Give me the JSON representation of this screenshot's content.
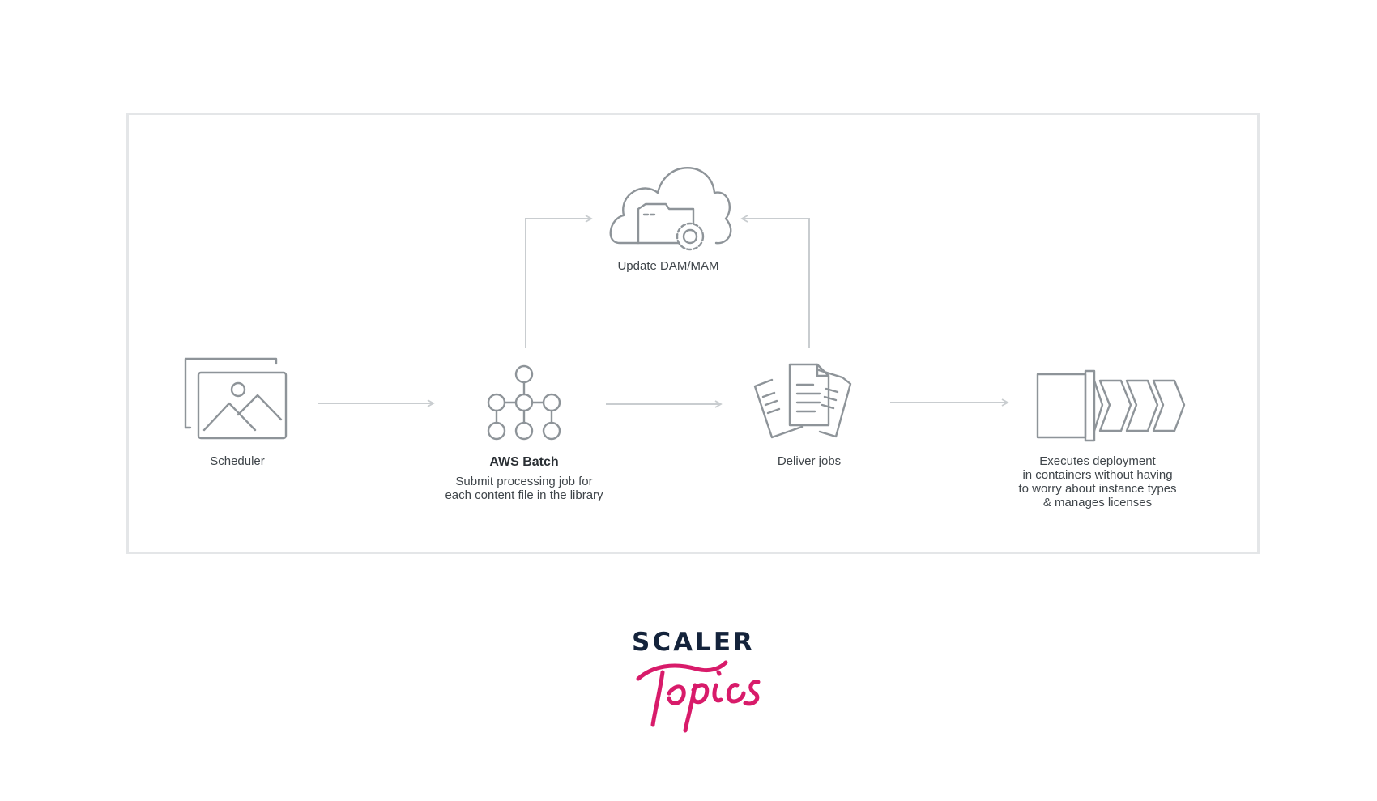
{
  "diagram": {
    "nodes": {
      "update": {
        "label": "Update DAM/MAM",
        "icon": "cloud-folder-gear-icon"
      },
      "scheduler": {
        "label": "Scheduler",
        "icon": "image-gallery-icon"
      },
      "batch": {
        "title": "AWS Batch",
        "line1": "Submit processing job for",
        "line2": "each content file in the library",
        "icon": "network-nodes-icon"
      },
      "deliver": {
        "label": "Deliver jobs",
        "icon": "documents-icon"
      },
      "executes": {
        "line1": "Executes deployment",
        "line2": "in containers without having",
        "line3": "to worry about instance types",
        "line4": "& manages licenses",
        "icon": "container-chevrons-icon"
      }
    },
    "colors": {
      "icon_stroke": "#8e9499",
      "connector": "#c9cdd0",
      "frame_border": "#e4e6e8"
    }
  },
  "brand": {
    "name_top": "SCALER",
    "name_bottom": "Topics",
    "colors": {
      "top": "#14233b",
      "bottom": "#d81b6a"
    }
  }
}
